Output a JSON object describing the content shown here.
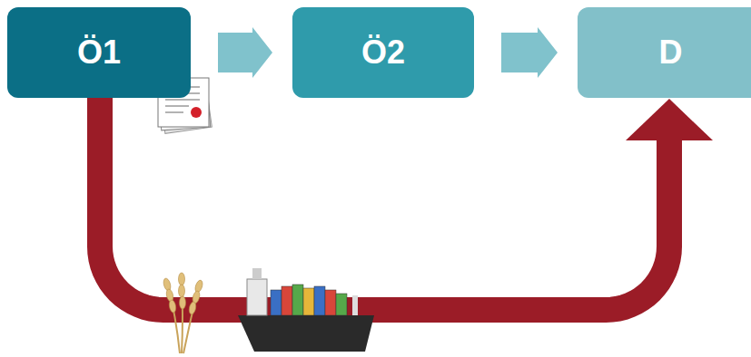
{
  "diagram": {
    "nodes": [
      {
        "text": [
          "Ö1"
        ]
      },
      {
        "text": [
          "Ö2"
        ]
      },
      {
        "text": [
          "D"
        ]
      }
    ],
    "edges": [
      {
        "from": 0,
        "to": 1,
        "arrow": "to"
      },
      {
        "from": 1,
        "to": 2,
        "arrow": "to"
      },
      {
        "from": 0,
        "to": 2,
        "arrow": "to"
      }
    ]
  }
}
